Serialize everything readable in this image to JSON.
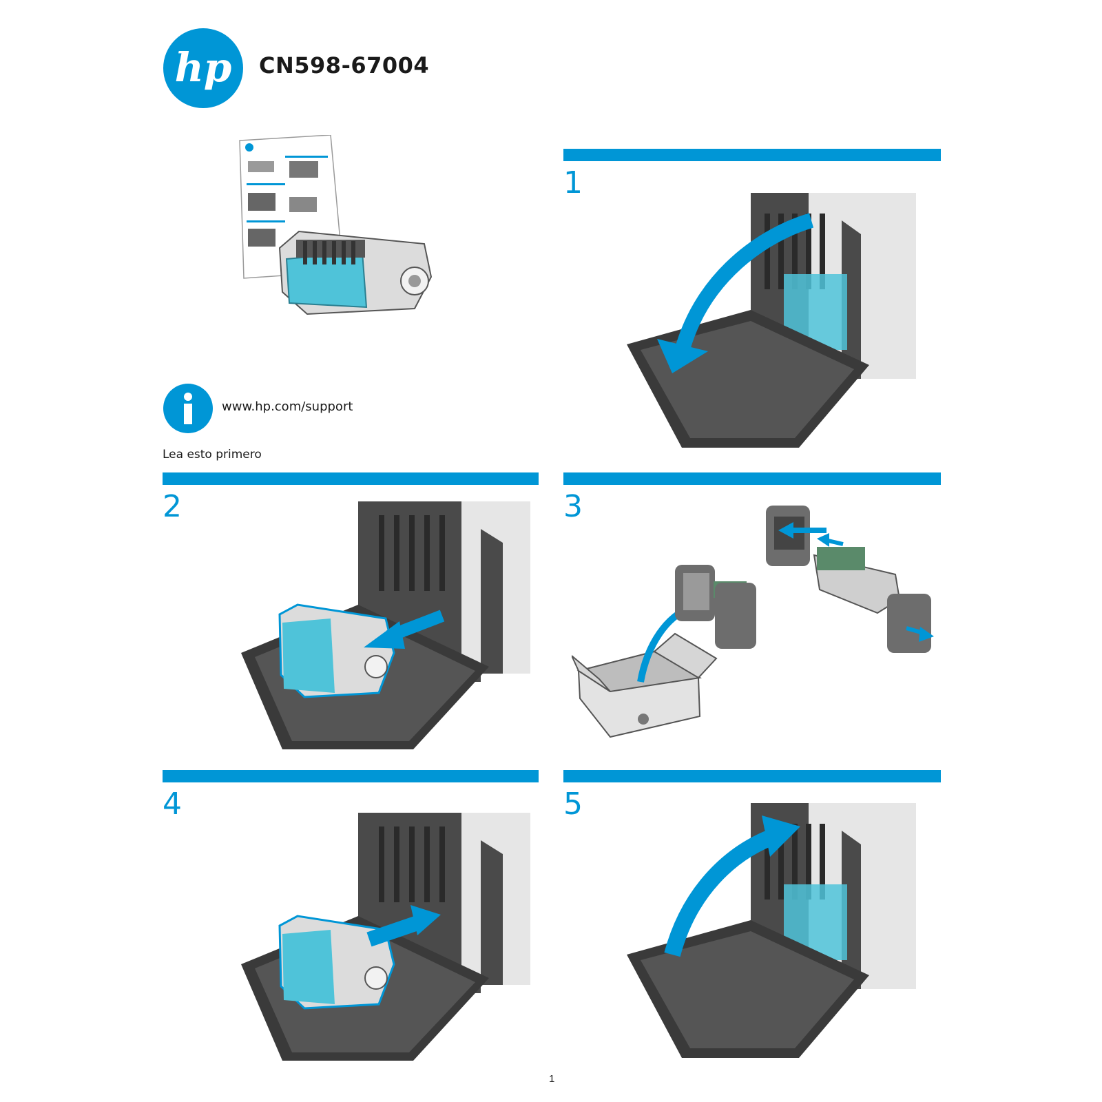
{
  "header": {
    "brand": "hp",
    "part_number": "CN598-67004"
  },
  "support": {
    "icon": "info-icon",
    "url": "www.hp.com/support",
    "read_first": "Lea esto primero"
  },
  "steps": [
    {
      "number": "1",
      "illustration": "open-left-door"
    },
    {
      "number": "2",
      "illustration": "remove-printhead-assembly"
    },
    {
      "number": "3",
      "illustration": "unpack-and-remove-caps"
    },
    {
      "number": "4",
      "illustration": "insert-printhead-assembly"
    },
    {
      "number": "5",
      "illustration": "close-left-door"
    }
  ],
  "colors": {
    "accent": "#0096d6",
    "printer_dark": "#4a4a4a",
    "printer_light": "#d9d9d9",
    "part_teal": "#4fc3d9"
  },
  "footer": {
    "page_number": "1"
  }
}
